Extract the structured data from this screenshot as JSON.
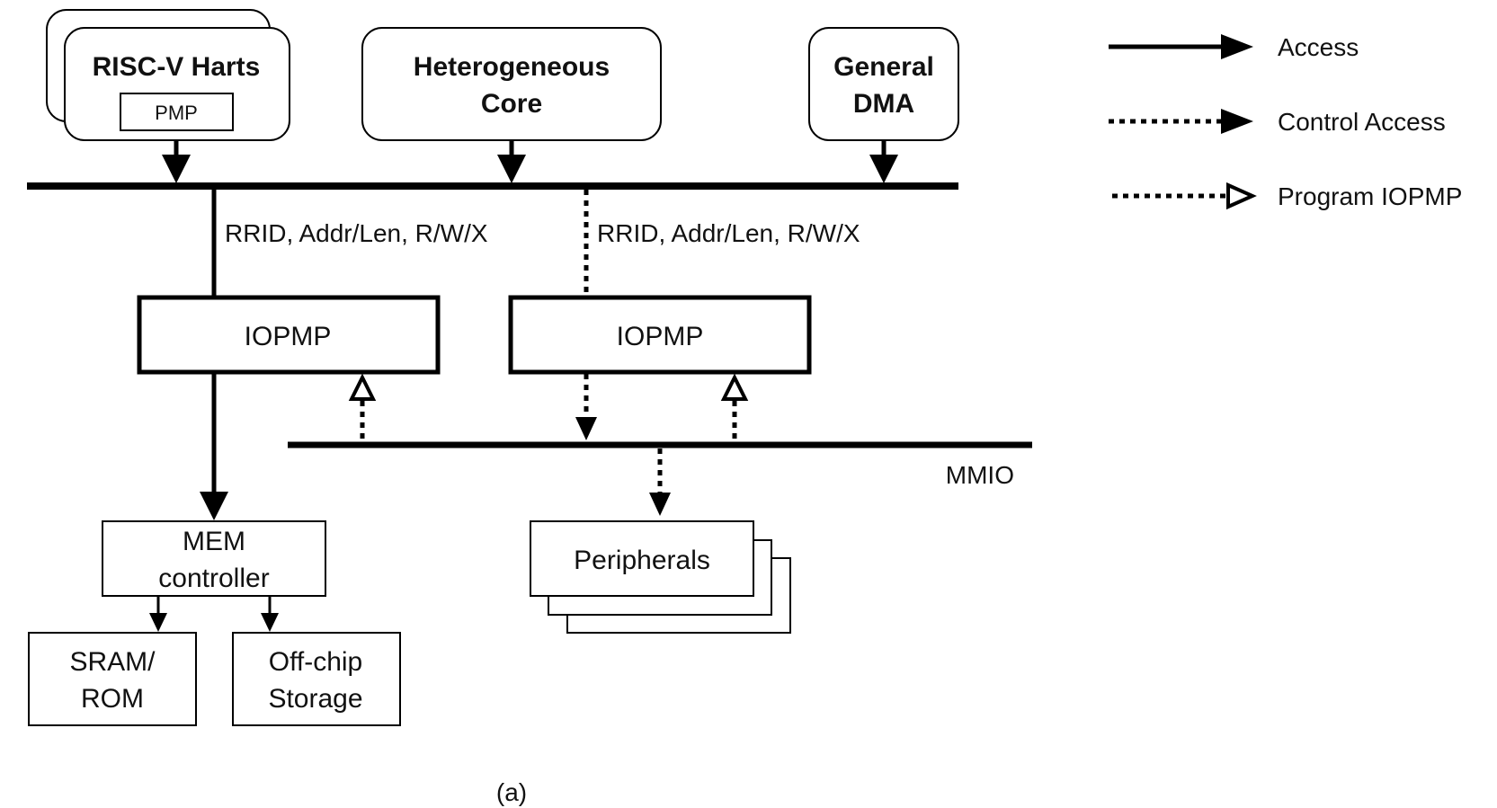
{
  "diagram": {
    "risc_v_harts": {
      "title": "RISC-V Harts",
      "pmp": "PMP"
    },
    "hetero_core": {
      "line1": "Heterogeneous",
      "line2": "Core"
    },
    "general_dma": {
      "line1": "General",
      "line2": "DMA"
    },
    "signal_label_left": "RRID, Addr/Len, R/W/X",
    "signal_label_right": "RRID, Addr/Len, R/W/X",
    "iopmp_left": "IOPMP",
    "iopmp_right": "IOPMP",
    "mmio": "MMIO",
    "mem_controller": {
      "line1": "MEM",
      "line2": "controller"
    },
    "sram_rom": {
      "line1": "SRAM/",
      "line2": "ROM"
    },
    "offchip_storage": {
      "line1": "Off-chip",
      "line2": "Storage"
    },
    "peripherals": "Peripherals",
    "caption": "(a)"
  },
  "legend": {
    "access": "Access",
    "control_access": "Control Access",
    "program_iopmp": "Program IOPMP"
  }
}
